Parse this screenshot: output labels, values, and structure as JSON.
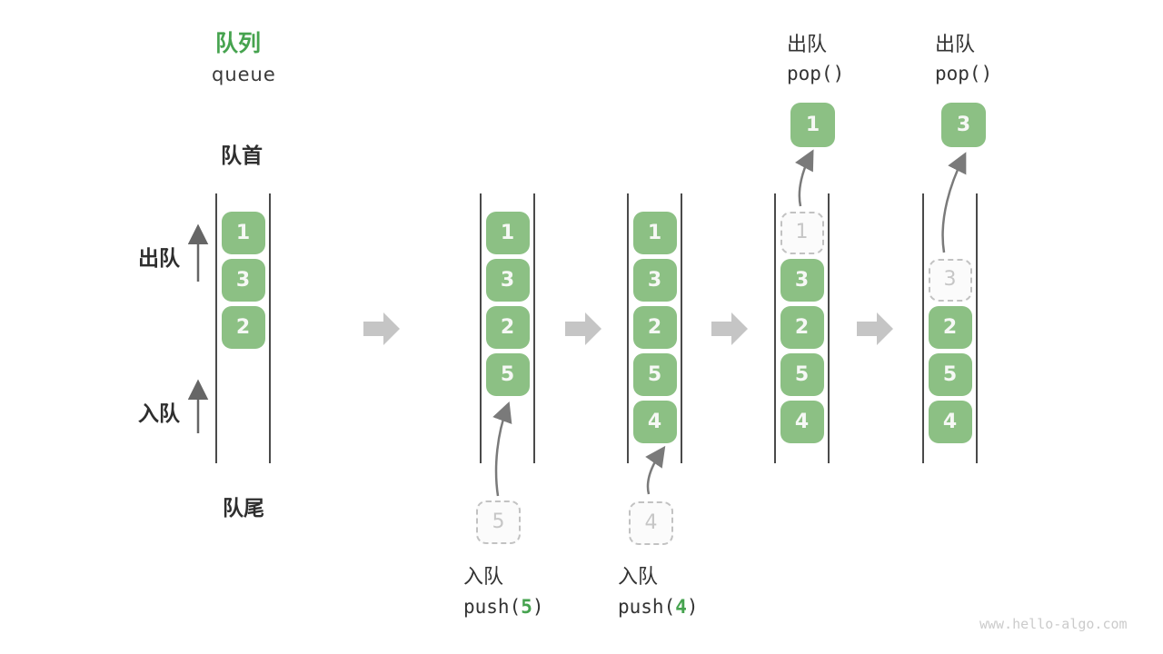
{
  "title": {
    "zh": "队列",
    "en": "queue"
  },
  "side_labels": {
    "front": "队首",
    "rear": "队尾",
    "dequeue": "出队",
    "enqueue": "入队"
  },
  "states": [
    {
      "name": "state-1",
      "slots": [
        {
          "value": "1",
          "style": "solid"
        },
        {
          "value": "3",
          "style": "solid"
        },
        {
          "value": "2",
          "style": "solid"
        },
        {
          "value": "",
          "style": "empty"
        },
        {
          "value": "",
          "style": "empty"
        }
      ]
    },
    {
      "name": "state-2-after-push-5",
      "slots": [
        {
          "value": "1",
          "style": "solid"
        },
        {
          "value": "3",
          "style": "solid"
        },
        {
          "value": "2",
          "style": "solid"
        },
        {
          "value": "5",
          "style": "solid"
        },
        {
          "value": "",
          "style": "empty"
        }
      ]
    },
    {
      "name": "state-3-after-push-4",
      "slots": [
        {
          "value": "1",
          "style": "solid"
        },
        {
          "value": "3",
          "style": "solid"
        },
        {
          "value": "2",
          "style": "solid"
        },
        {
          "value": "5",
          "style": "solid"
        },
        {
          "value": "4",
          "style": "solid"
        }
      ]
    },
    {
      "name": "state-4-after-pop-1",
      "slots": [
        {
          "value": "1",
          "style": "dashed"
        },
        {
          "value": "3",
          "style": "solid"
        },
        {
          "value": "2",
          "style": "solid"
        },
        {
          "value": "5",
          "style": "solid"
        },
        {
          "value": "4",
          "style": "solid"
        }
      ]
    },
    {
      "name": "state-5-after-pop-3",
      "slots": [
        {
          "value": "",
          "style": "empty"
        },
        {
          "value": "3",
          "style": "dashed"
        },
        {
          "value": "2",
          "style": "solid"
        },
        {
          "value": "5",
          "style": "solid"
        },
        {
          "value": "4",
          "style": "solid"
        }
      ]
    }
  ],
  "enqueue_ops": [
    {
      "zh": "入队",
      "fn": "push(",
      "arg": "5",
      "close": ")",
      "staged_value": "5"
    },
    {
      "zh": "入队",
      "fn": "push(",
      "arg": "4",
      "close": ")",
      "staged_value": "4"
    }
  ],
  "dequeue_ops": [
    {
      "zh": "出队",
      "code": "pop()",
      "popped_value": "1"
    },
    {
      "zh": "出队",
      "code": "pop()",
      "popped_value": "3"
    }
  ],
  "watermark": "www.hello-algo.com",
  "colors": {
    "accent_green": "#46A34F",
    "box_green": "#8CC084",
    "box_text": "#F6F8F5",
    "line": "#4A4A4A",
    "block_arrow": "#C5C5C5",
    "dashed_border": "#C2C2C2",
    "dashed_text": "#C6C6C6",
    "label_text": "#2E2E2E",
    "watermark": "#CBCBCB"
  }
}
